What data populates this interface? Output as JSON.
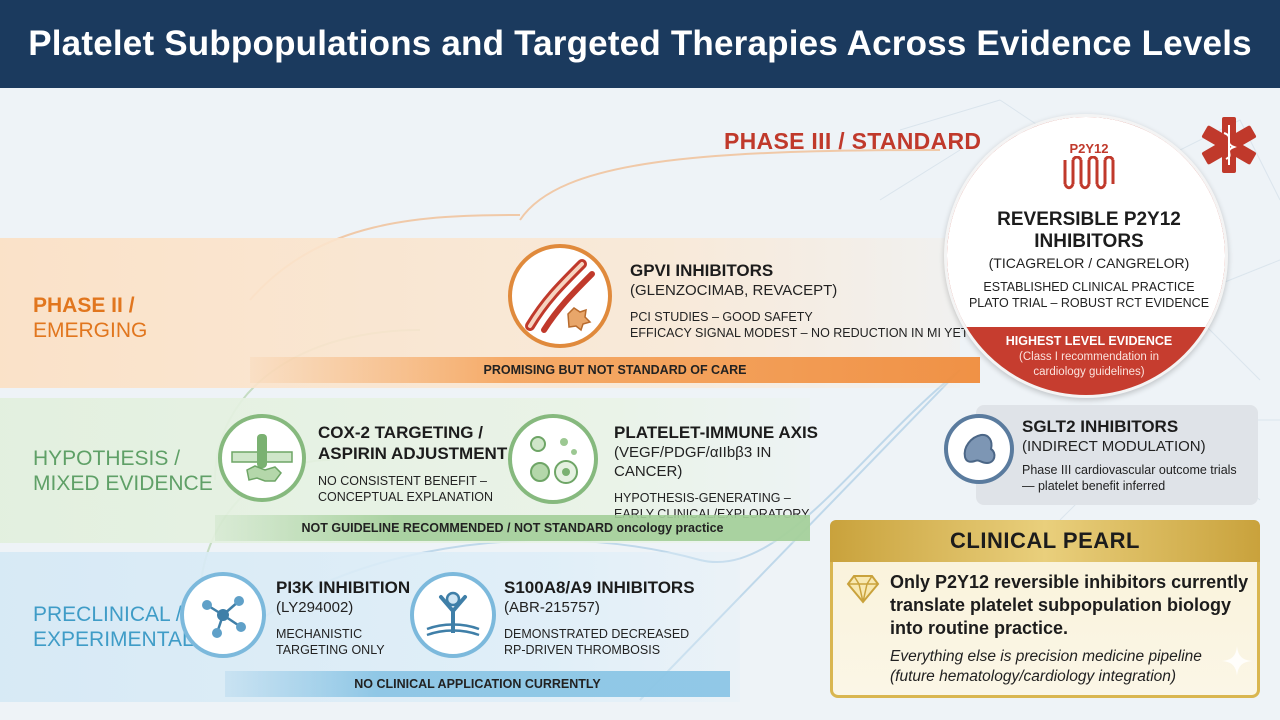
{
  "title": "Platelet Subpopulations and Targeted Therapies Across Evidence Levels",
  "levels": {
    "phase3": "PHASE III / STANDARD",
    "phase2": [
      "PHASE II /",
      "EMERGING"
    ],
    "hypothesis": [
      "HYPOTHESIS /",
      "MIXED EVIDENCE"
    ],
    "preclinical": [
      "PRECLINICAL /",
      "EXPERIMENTAL"
    ]
  },
  "standard": {
    "receptor_label": "P2Y12",
    "title": [
      "REVERSIBLE P2Y12",
      "INHIBITORS"
    ],
    "drugs": "(TICAGRELOR / CANGRELOR)",
    "lines": [
      "ESTABLISHED CLINICAL PRACTICE",
      "PLATO TRIAL – ROBUST RCT EVIDENCE"
    ],
    "evidence_title": "HIGHEST LEVEL EVIDENCE",
    "evidence_note": [
      "(Class I recommendation in",
      "cardiology guidelines)"
    ]
  },
  "gpvi": {
    "title": "GPVI INHIBITORS",
    "drugs": "(GLENZOCIMAB, REVACEPT)",
    "lines": [
      "PCI STUDIES – GOOD SAFETY",
      "EFFICACY SIGNAL MODEST – NO REDUCTION IN MI YET"
    ],
    "strip": "PROMISING BUT NOT STANDARD OF CARE"
  },
  "cox2": {
    "title": [
      "COX-2 TARGETING /",
      "ASPIRIN ADJUSTMENT"
    ],
    "lines": [
      "NO CONSISTENT BENEFIT –",
      "CONCEPTUAL EXPLANATION"
    ]
  },
  "immune": {
    "title": "PLATELET-IMMUNE AXIS",
    "drugs": "(VEGF/PDGF/αIIbβ3 IN CANCER)",
    "lines": [
      "HYPOTHESIS-GENERATING –",
      "EARLY CLINICAL/EXPLORATORY"
    ]
  },
  "hypothesis_strip": "NOT GUIDELINE RECOMMENDED / NOT STANDARD oncology practice",
  "sglt2": {
    "title": "SGLT2 INHIBITORS",
    "sub": "(INDIRECT MODULATION)",
    "lines": [
      "Phase III cardiovascular outcome trials",
      "— platelet benefit inferred"
    ]
  },
  "pi3k": {
    "title": "PI3K INHIBITION",
    "drugs": "(LY294002)",
    "lines": [
      "MECHANISTIC",
      "TARGETING ONLY"
    ]
  },
  "s100": {
    "title": "S100A8/A9 INHIBITORS",
    "drugs": "(ABR-215757)",
    "lines": [
      "DEMONSTRATED DECREASED",
      "RP-DRIVEN THROMBOSIS"
    ]
  },
  "preclinical_strip": "NO CLINICAL APPLICATION CURRENTLY",
  "pearl": {
    "title": "CLINICAL PEARL",
    "main": [
      "Only P2Y12 reversible inhibitors currently",
      "translate platelet subpopulation biology",
      "into routine practice."
    ],
    "note": [
      "Everything else is precision medicine pipeline",
      "(future hematology/cardiology integration)"
    ]
  },
  "colors": {
    "header": "#1b3a5e",
    "phase3": "#c0392b",
    "phase2": "#e1761e",
    "hypothesis": "#5fa067",
    "preclinical": "#3f9cc7",
    "pearl_gold": "#d9b650"
  },
  "icons": [
    "medical-star-icon",
    "receptor-icon",
    "blood-vessel-icon",
    "membrane-receptor-icon",
    "immune-cells-icon",
    "organ-icon",
    "molecule-network-icon",
    "y-receptor-icon",
    "diamond-icon"
  ]
}
